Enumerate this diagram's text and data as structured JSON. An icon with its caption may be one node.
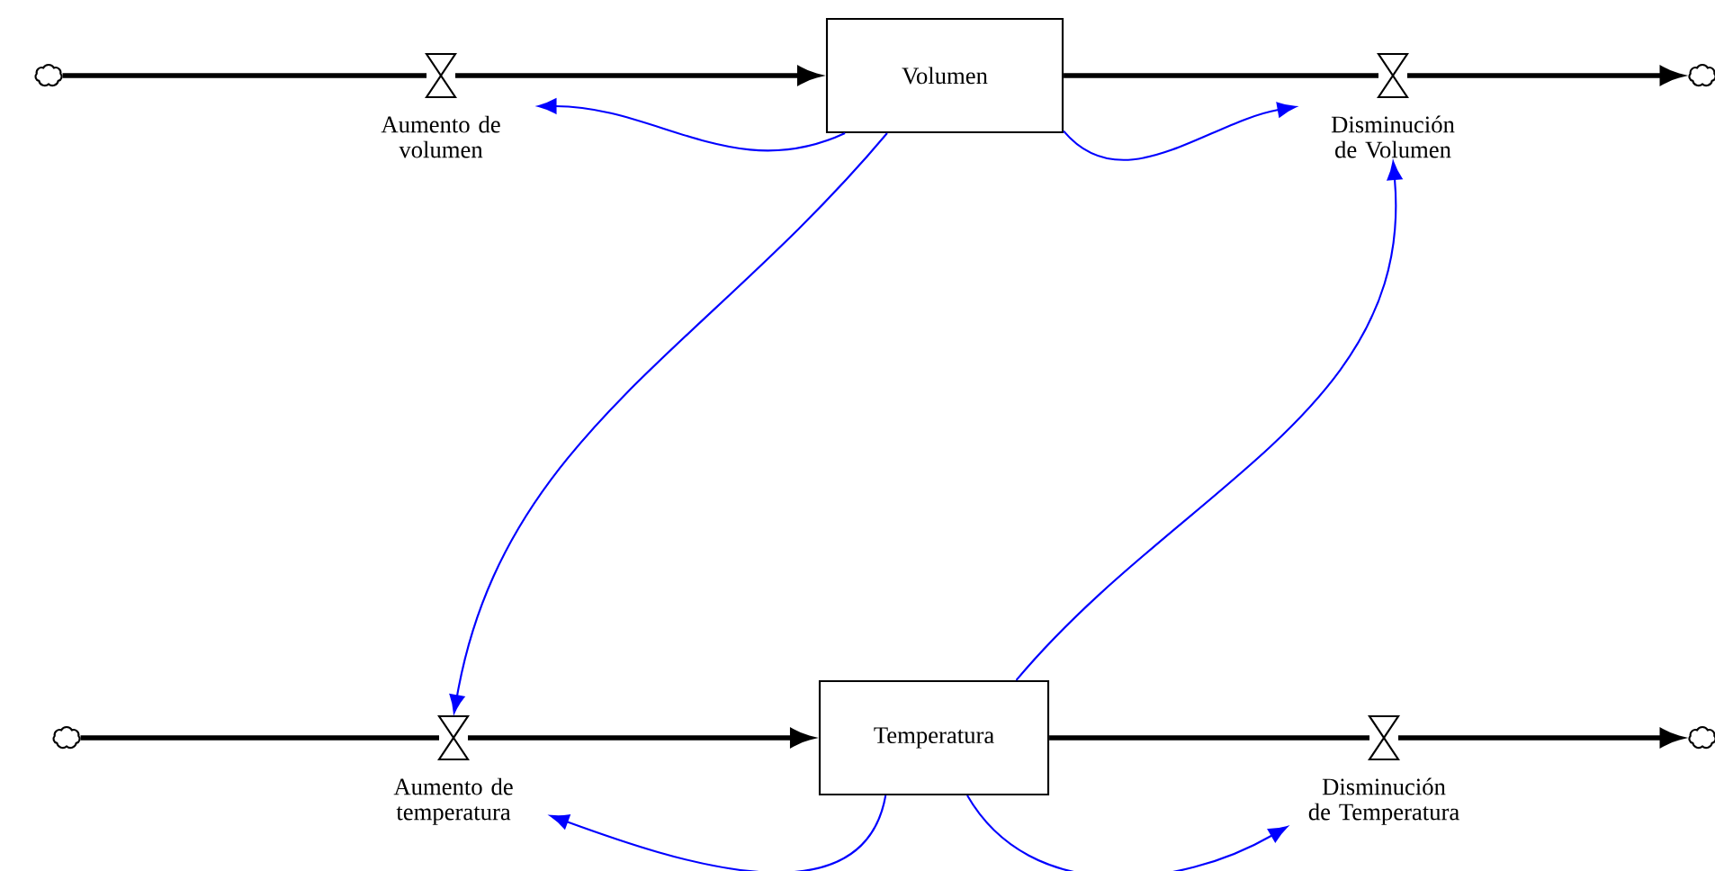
{
  "diagram": {
    "nodes": [
      {
        "text": [],
        "shape": "cloud"
      },
      {
        "text": [
          "Aumento de volumen"
        ]
      },
      {
        "text": [
          "Volumen"
        ]
      },
      {
        "text": [
          "Disminución de Volumen"
        ]
      },
      {
        "text": [],
        "shape": "cloud"
      },
      {
        "text": [],
        "shape": "cloud"
      },
      {
        "text": [
          "Aumento de temperatura"
        ]
      },
      {
        "text": [
          "Temperatura"
        ]
      },
      {
        "text": [
          "Disminución de Temperatura"
        ]
      },
      {
        "text": [],
        "shape": "cloud"
      }
    ],
    "edges": [
      {
        "from": 0,
        "to": 1,
        "arrow": "none"
      },
      {
        "from": 1,
        "to": 2,
        "arrow": "to"
      },
      {
        "from": 2,
        "to": 3,
        "arrow": "none"
      },
      {
        "from": 3,
        "to": 4,
        "arrow": "to"
      },
      {
        "from": 5,
        "to": 6,
        "arrow": "none"
      },
      {
        "from": 6,
        "to": 7,
        "arrow": "to"
      },
      {
        "from": 7,
        "to": 8,
        "arrow": "none"
      },
      {
        "from": 8,
        "to": 9,
        "arrow": "to"
      },
      {
        "from": 2,
        "to": 1,
        "arrow": "to",
        "color": "#0000ff"
      },
      {
        "from": 2,
        "to": 3,
        "arrow": "to",
        "color": "#0000ff"
      },
      {
        "from": 2,
        "to": 6,
        "arrow": "to",
        "color": "#0000ff"
      },
      {
        "from": 7,
        "to": 3,
        "arrow": "to",
        "color": "#0000ff"
      },
      {
        "from": 7,
        "to": 6,
        "arrow": "to",
        "color": "#0000ff"
      },
      {
        "from": 7,
        "to": 8,
        "arrow": "to",
        "color": "#0000ff"
      }
    ]
  }
}
